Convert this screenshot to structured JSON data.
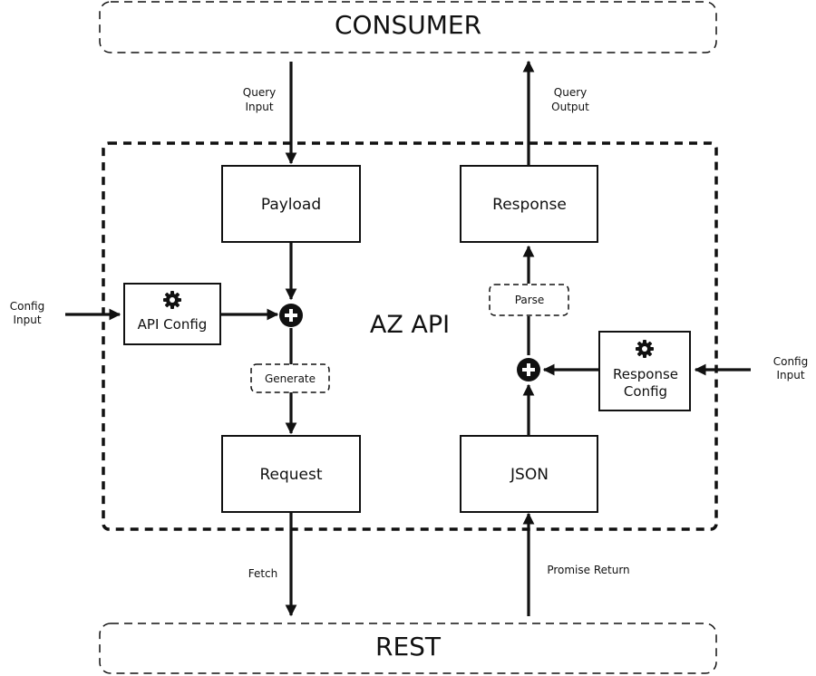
{
  "boundaries": {
    "consumer": "CONSUMER",
    "rest": "REST",
    "az_api": "AZ API"
  },
  "boxes": {
    "payload": "Payload",
    "request": "Request",
    "response": "Response",
    "json": "JSON",
    "api_config": "API Config",
    "response_config_line1": "Response",
    "response_config_line2": "Config"
  },
  "steps": {
    "generate": "Generate",
    "parse": "Parse"
  },
  "labels": {
    "query_input_line1": "Query",
    "query_input_line2": "Input",
    "query_output_line1": "Query",
    "query_output_line2": "Output",
    "config_input_left_line1": "Config",
    "config_input_left_line2": "Input",
    "config_input_right_line1": "Config",
    "config_input_right_line2": "Input",
    "fetch": "Fetch",
    "promise_return": "Promise Return"
  },
  "icons": {
    "api_config_icon": "gear-icon",
    "response_config_icon": "gear-icon",
    "merge_left": "plus-circle-icon",
    "merge_right": "plus-circle-icon"
  }
}
